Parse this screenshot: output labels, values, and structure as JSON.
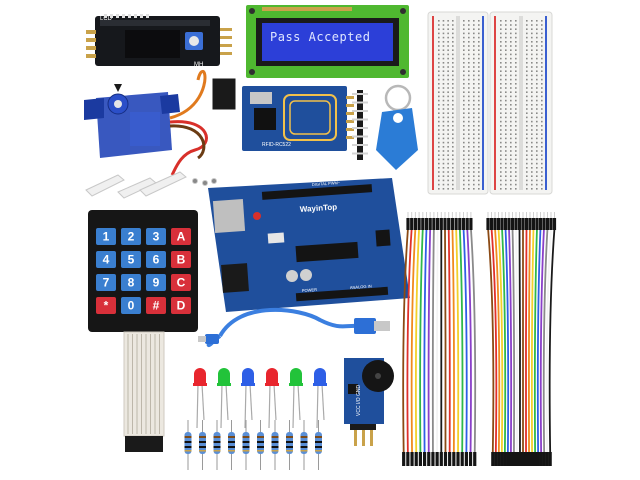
{
  "lcd": {
    "display_text": "Pass Accepted"
  },
  "arduino": {
    "brand": "WayinTop",
    "digital_label": "DIGITAL PWM~",
    "analog_label": "ANALOG IN",
    "power_label": "POWER"
  },
  "rfid": {
    "model": "RFID-RC522"
  },
  "i2c": {
    "label": "LCD",
    "mh": "MH"
  },
  "keypad": {
    "keys": [
      [
        "1",
        "2",
        "3",
        "A"
      ],
      [
        "4",
        "5",
        "6",
        "B"
      ],
      [
        "7",
        "8",
        "9",
        "C"
      ],
      [
        "*",
        "0",
        "#",
        "D"
      ]
    ]
  },
  "buzzer": {
    "label": "VCC I/O GND"
  },
  "colors": {
    "pcb_blue": "#1f4f9c",
    "lcd_green": "#4fb830",
    "lcd_screen": "#2c3fd8",
    "keypad_blue": "#3a7fd0",
    "keypad_red": "#d8303a",
    "tag_blue": "#2b7cd6",
    "servo_blue": "#2346b8"
  },
  "leds": [
    "red",
    "green",
    "blue",
    "red",
    "green",
    "blue"
  ],
  "resistor_count": 10
}
